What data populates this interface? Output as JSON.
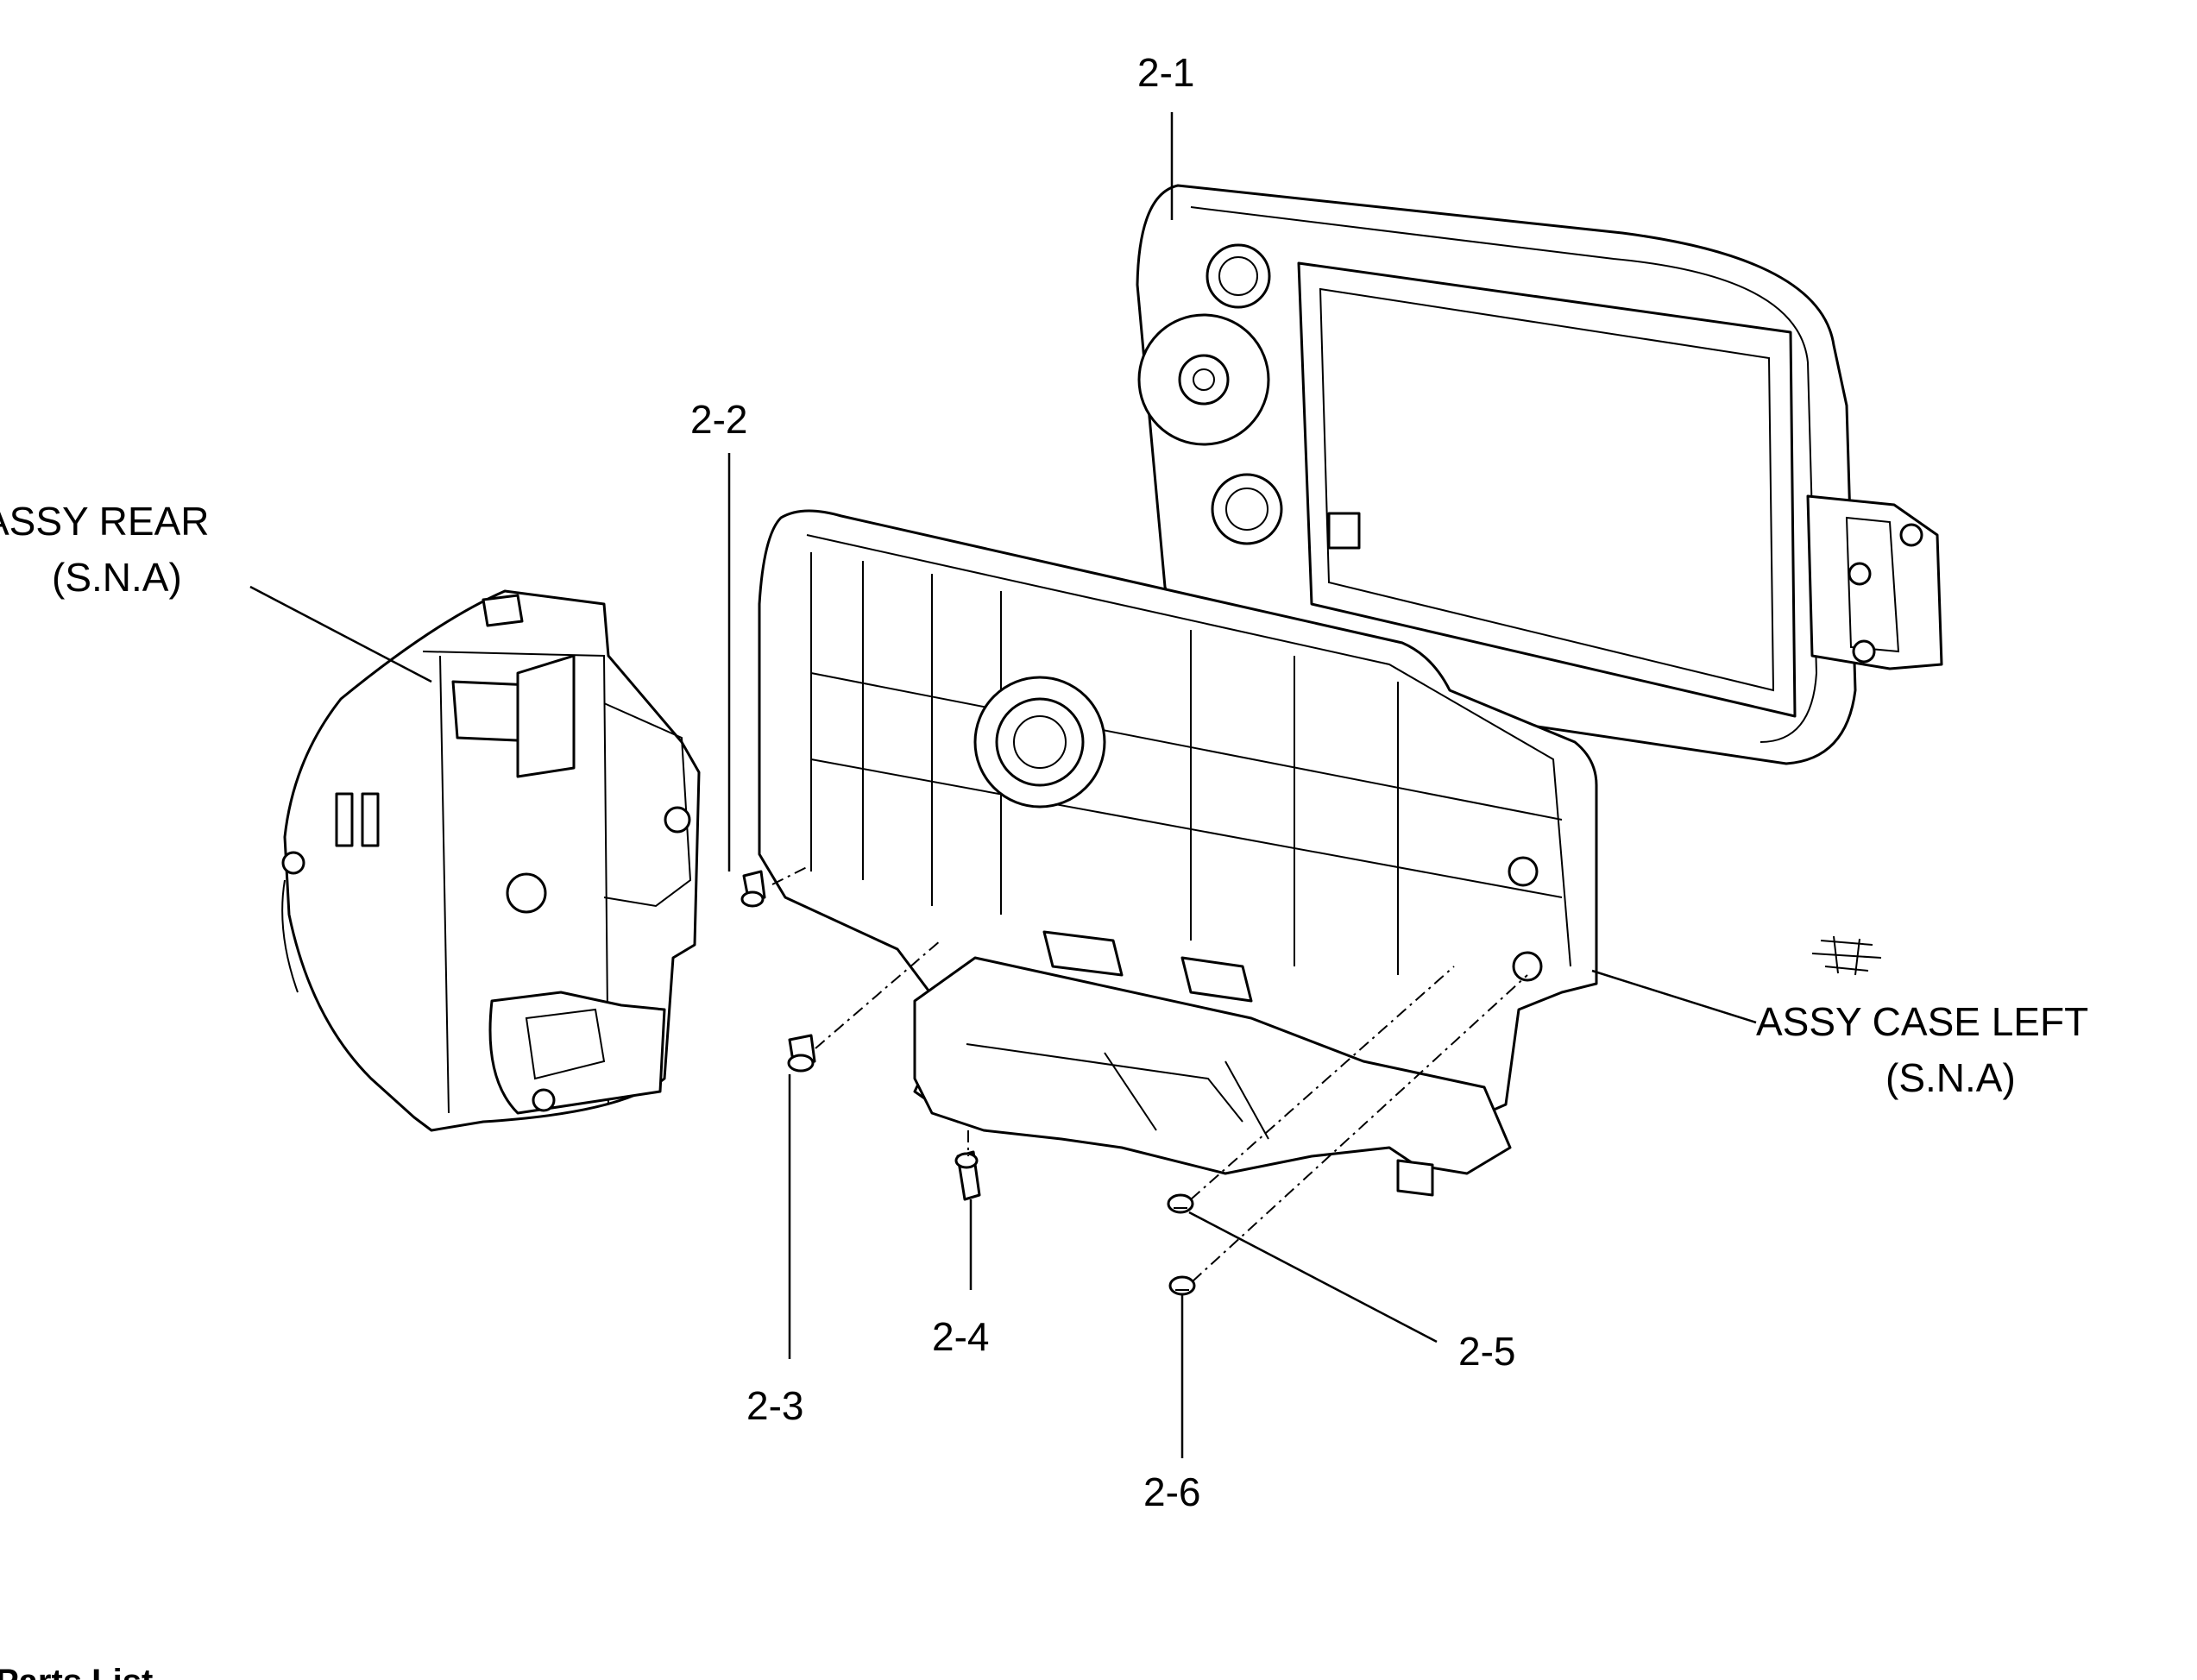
{
  "labels": {
    "p2_1": "2-1",
    "p2_2": "2-2",
    "p2_3": "2-3",
    "p2_4": "2-4",
    "p2_5": "2-5",
    "p2_6": "2-6",
    "assy_rear": "ASSY REAR",
    "assy_rear_sna": "(S.N.A)",
    "assy_case_left": "ASSY CASE LEFT",
    "assy_case_left_sna": "(S.N.A)"
  },
  "footer": {
    "heading": "Parts List"
  }
}
